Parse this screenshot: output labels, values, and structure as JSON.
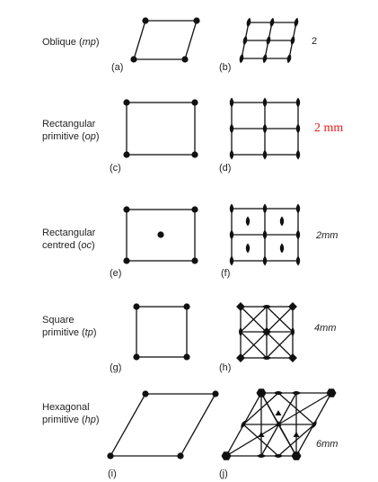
{
  "rows": [
    {
      "name_line1": "Oblique (",
      "name_em": "mp",
      "name_end": ")",
      "name_line2": "",
      "left_tag": "(a)",
      "right_tag": "(b)",
      "symmetry": "2"
    },
    {
      "name_line1": "Rectangular",
      "name_line2": "primitive (",
      "name_em": "op",
      "name_end": ")",
      "left_tag": "(c)",
      "right_tag": "(d)",
      "symmetry": "2 mm"
    },
    {
      "name_line1": "Rectangular",
      "name_line2": "centred (",
      "name_em": "oc",
      "name_end": ")",
      "left_tag": "(e)",
      "right_tag": "(f)",
      "symmetry": "2mm"
    },
    {
      "name_line1": "Square",
      "name_line2": "primitive (",
      "name_em": "tp",
      "name_end": ")",
      "left_tag": "(g)",
      "right_tag": "(h)",
      "symmetry": "4mm"
    },
    {
      "name_line1": "Hexagonal",
      "name_line2": "primitive (",
      "name_em": "hp",
      "name_end": ")",
      "left_tag": "(i)",
      "right_tag": "(j)",
      "symmetry": "6mm"
    }
  ],
  "colors": {
    "ink": "#111111",
    "highlight": "#e81a1a"
  }
}
